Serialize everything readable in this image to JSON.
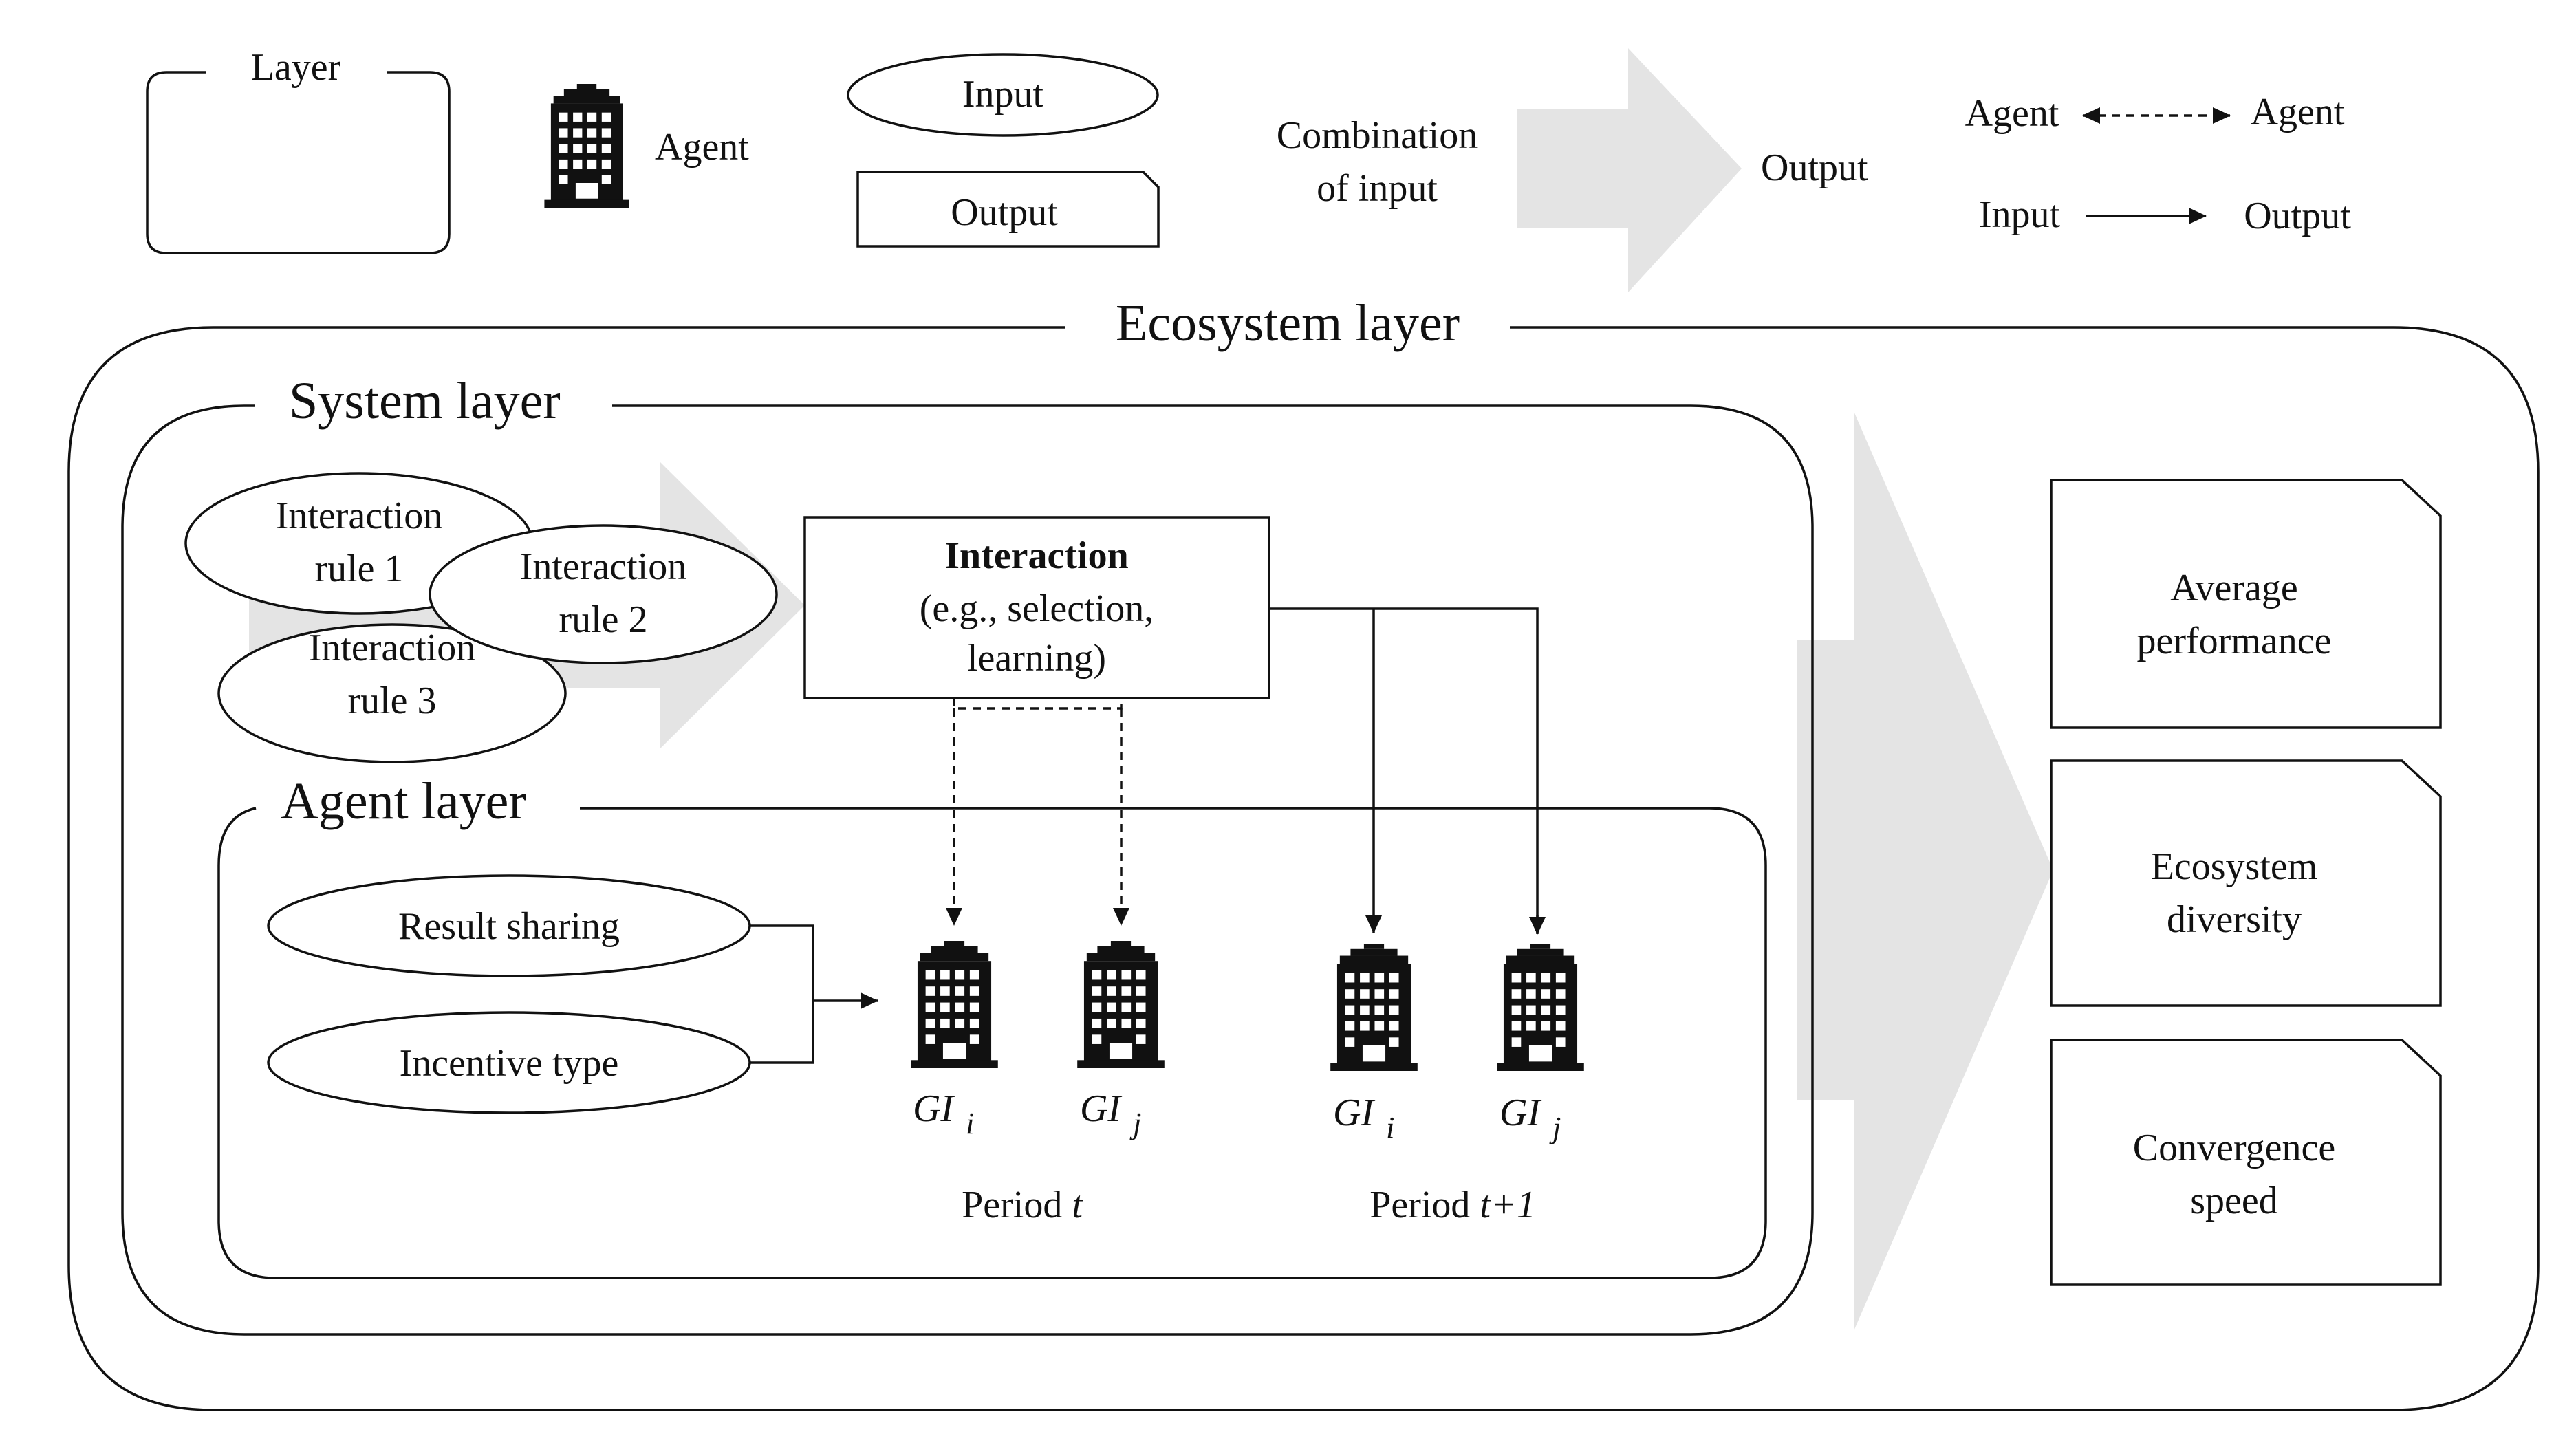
{
  "legend": {
    "layer": "Layer",
    "agent": "Agent",
    "input": "Input",
    "output": "Output",
    "combination_line1": "Combination",
    "combination_line2": "of input",
    "combination_output": "Output",
    "agent_left": "Agent",
    "agent_right": "Agent",
    "input_left": "Input",
    "output_right": "Output"
  },
  "layers": {
    "ecosystem": "Ecosystem layer",
    "system": "System layer",
    "agent": "Agent layer"
  },
  "rules": [
    {
      "line1": "Interaction",
      "line2": "rule 1"
    },
    {
      "line1": "Interaction",
      "line2": "rule 2"
    },
    {
      "line1": "Interaction",
      "line2": "rule 3"
    }
  ],
  "interaction": {
    "title": "Interaction",
    "line2": "(e.g., selection,",
    "line3": "learning)"
  },
  "agent_inputs": [
    "Result sharing",
    "Incentive type"
  ],
  "agents": [
    {
      "gi": "GI",
      "sub": "i"
    },
    {
      "gi": "GI",
      "sub": "j"
    },
    {
      "gi": "GI",
      "sub": "i"
    },
    {
      "gi": "GI",
      "sub": "j"
    }
  ],
  "periods": {
    "t_prefix": "Period",
    "t_var": "t",
    "t1_prefix": "Period",
    "t1_var": "t+1"
  },
  "outputs": [
    {
      "line1": "Average",
      "line2": "performance"
    },
    {
      "line1": "Ecosystem",
      "line2": "diversity"
    },
    {
      "line1": "Convergence",
      "line2": "speed"
    }
  ]
}
